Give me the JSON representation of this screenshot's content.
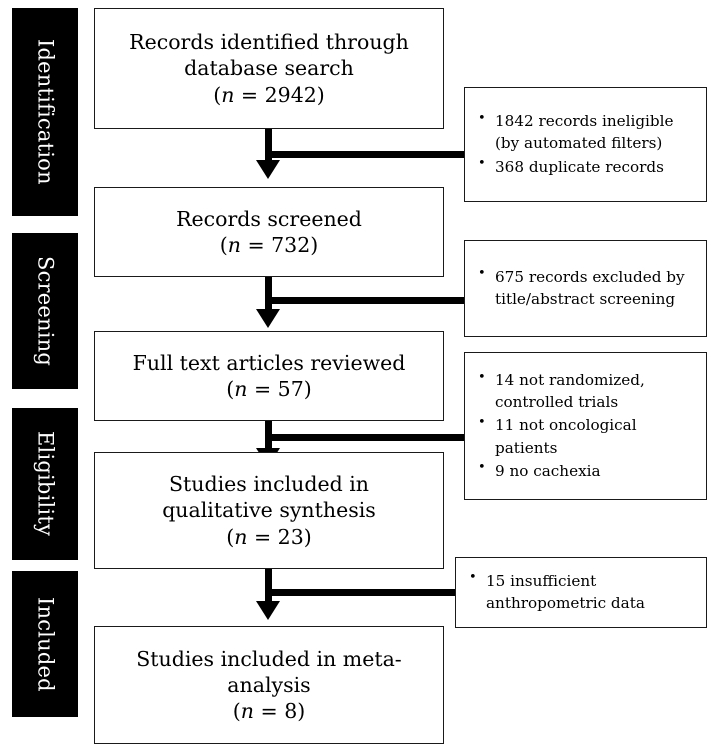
{
  "figure": {
    "type": "prisma-flow-diagram",
    "background": "#ffffff",
    "ink": "#000000"
  },
  "stages": [
    {
      "label": "Identification"
    },
    {
      "label": "Screening"
    },
    {
      "label": "Eligibility"
    },
    {
      "label": "Included"
    }
  ],
  "flow_boxes": [
    {
      "id": "records-identified",
      "lines": [
        "Records identified through",
        "database search"
      ],
      "count_prefix": "(",
      "count_n": "n",
      "count_eq": " = ",
      "count_value": "2942",
      "count_suffix": ")"
    },
    {
      "id": "records-screened",
      "lines": [
        "Records screened"
      ],
      "count_prefix": "(",
      "count_n": "n",
      "count_eq": " = ",
      "count_value": "732",
      "count_suffix": ")"
    },
    {
      "id": "full-text-reviewed",
      "lines": [
        "Full text articles reviewed"
      ],
      "count_prefix": "(",
      "count_n": "n",
      "count_eq": " = ",
      "count_value": "57",
      "count_suffix": ")"
    },
    {
      "id": "qualitative-synthesis",
      "lines": [
        "Studies included in",
        "qualitative synthesis"
      ],
      "count_prefix": "(",
      "count_n": "n",
      "count_eq": " = ",
      "count_value": "23",
      "count_suffix": ")"
    },
    {
      "id": "meta-analysis",
      "lines": [
        "Studies included in meta-",
        "analysis"
      ],
      "count_prefix": "(",
      "count_n": "n",
      "count_eq": " = ",
      "count_value": "8",
      "count_suffix": ")"
    }
  ],
  "exclusion_boxes": [
    {
      "id": "excluded-identification",
      "bullet_glyph": "•",
      "items": [
        "1842 records ineligible (by automated filters)",
        "368 duplicate records"
      ]
    },
    {
      "id": "excluded-screening",
      "bullet_glyph": "•",
      "items": [
        "675 records excluded by title/abstract screening"
      ]
    },
    {
      "id": "excluded-eligibility",
      "bullet_glyph": "•",
      "items": [
        "14 not randomized, controlled trials",
        "11 not oncological patients",
        "9 no cachexia"
      ]
    },
    {
      "id": "excluded-included",
      "bullet_glyph": "•",
      "items": [
        "15 insufficient anthropometric data"
      ]
    }
  ]
}
